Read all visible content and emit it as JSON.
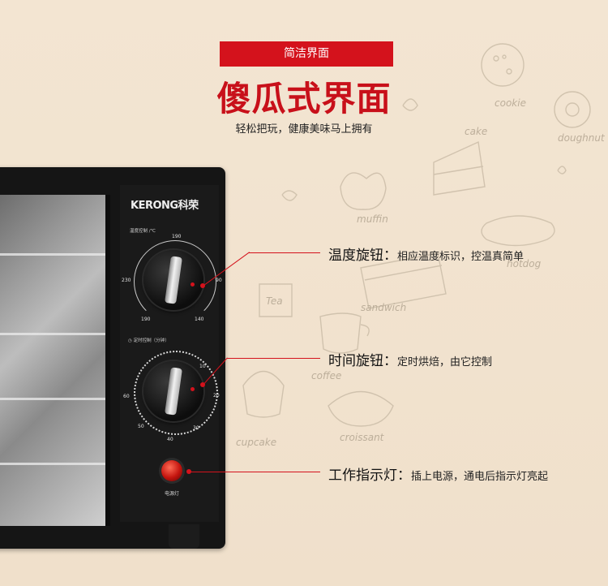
{
  "header": {
    "badge": "简洁界面",
    "title": "傻瓜式界面",
    "subtitle": "轻松把玩，健康美味马上拥有"
  },
  "doodles": {
    "cookie": "cookie",
    "cake": "cake",
    "doughnut": "doughnut",
    "muffin": "muffin",
    "hotdog": "hotdog",
    "sandwich": "sandwich",
    "tea": "Tea",
    "coffee": "coffee",
    "cupcake": "cupcake",
    "croissant": "croissant"
  },
  "oven": {
    "brand": "KERONG科荣",
    "temp_label": "温度控制 /℃",
    "temp_ticks": [
      "190",
      "230",
      "190",
      "140",
      "90"
    ],
    "timer_label": "定时控制（分钟）",
    "timer_ticks": [
      "10",
      "20",
      "30",
      "40",
      "50",
      "60"
    ],
    "lamp_label": "电源灯"
  },
  "callouts": [
    {
      "head": "温度旋钮：",
      "desc": "相应温度标识，控温真简单"
    },
    {
      "head": "时间旋钮：",
      "desc": "定时烘焙，由它控制"
    },
    {
      "head": "工作指示灯：",
      "desc": "插上电源，通电后指示灯亮起"
    }
  ],
  "colors": {
    "accent": "#d4121c",
    "background": "#f1e2cd",
    "oven": "#151515"
  }
}
